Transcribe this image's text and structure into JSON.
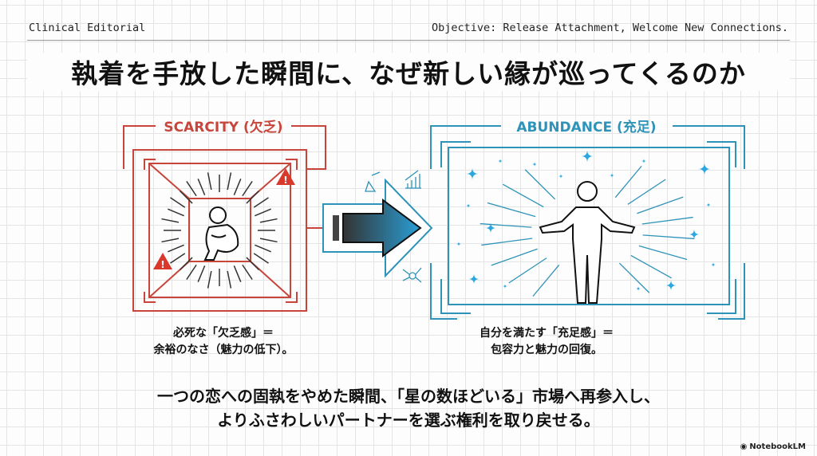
{
  "header": {
    "left": "Clinical Editorial",
    "right": "Objective: Release Attachment, Welcome New Connections."
  },
  "title": "執着を手放した瞬間に、なぜ新しい縁が巡ってくるのか",
  "scarcity": {
    "label": "SCARCITY (欠乏)",
    "caption_line1": "必死な「欠乏感」＝",
    "caption_line2": "余裕のなさ（魅力の低下）。",
    "color": "#c8453b"
  },
  "abundance": {
    "label": "ABUNDANCE (充足)",
    "caption_line1": "自分を満たす「充足感」＝",
    "caption_line2": "包容力と魅力の回復。",
    "color": "#2e93b8"
  },
  "bottom": {
    "line1": "一つの恋への固執をやめた瞬間、「星の数ほどいる」市場へ再参入し、",
    "line2": "よりふさわしいパートナーを選ぶ権利を取り戻せる。"
  },
  "footer": {
    "logo": "NotebookLM"
  }
}
